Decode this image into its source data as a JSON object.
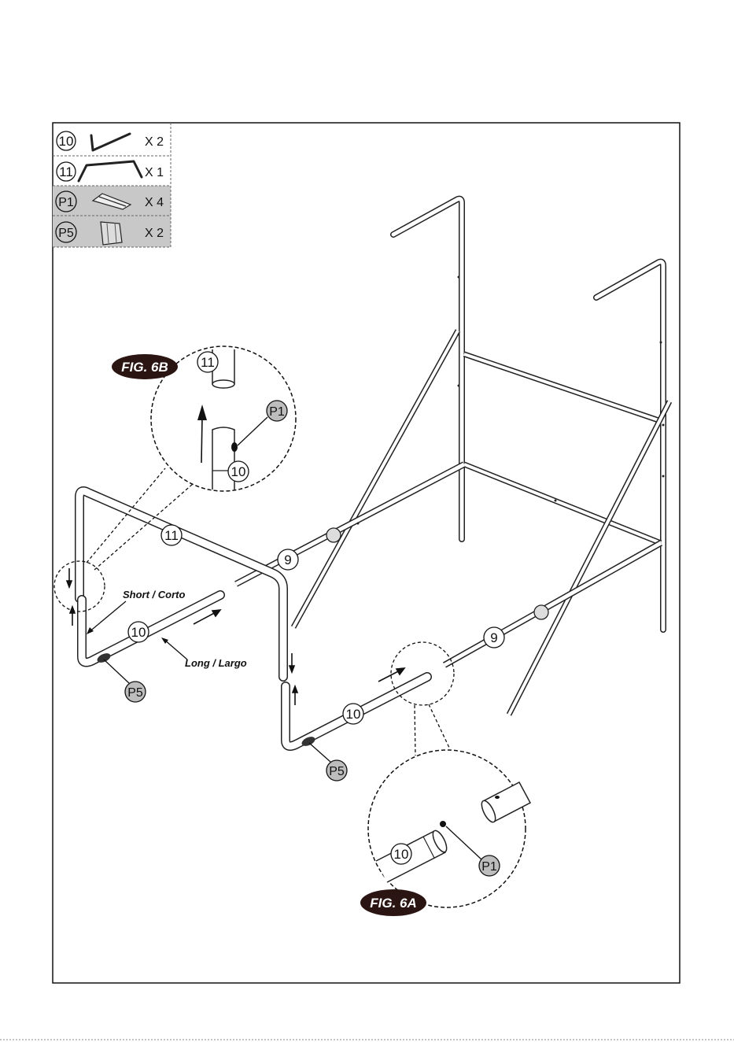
{
  "parts_list": [
    {
      "id": "10",
      "qty": "X 2",
      "shaded": false
    },
    {
      "id": "11",
      "qty": "X 1",
      "shaded": false
    },
    {
      "id": "P1",
      "qty": "X 4",
      "shaded": true
    },
    {
      "id": "P5",
      "qty": "X 2",
      "shaded": true
    }
  ],
  "figures": {
    "fig_6a": "FIG. 6A",
    "fig_6b": "FIG. 6B"
  },
  "labels": {
    "short": "Short / Corto",
    "long": "Long / Largo"
  },
  "callouts": {
    "part_9": "9",
    "part_10": "10",
    "part_11": "11",
    "part_p1": "P1",
    "part_p5": "P5"
  },
  "colors": {
    "line": "#222222",
    "tube_fill": "#ffffff",
    "shaded_row": "#c8c8c8",
    "callout_gray": "#bdbdbd",
    "fig_badge": "#2a1512"
  }
}
